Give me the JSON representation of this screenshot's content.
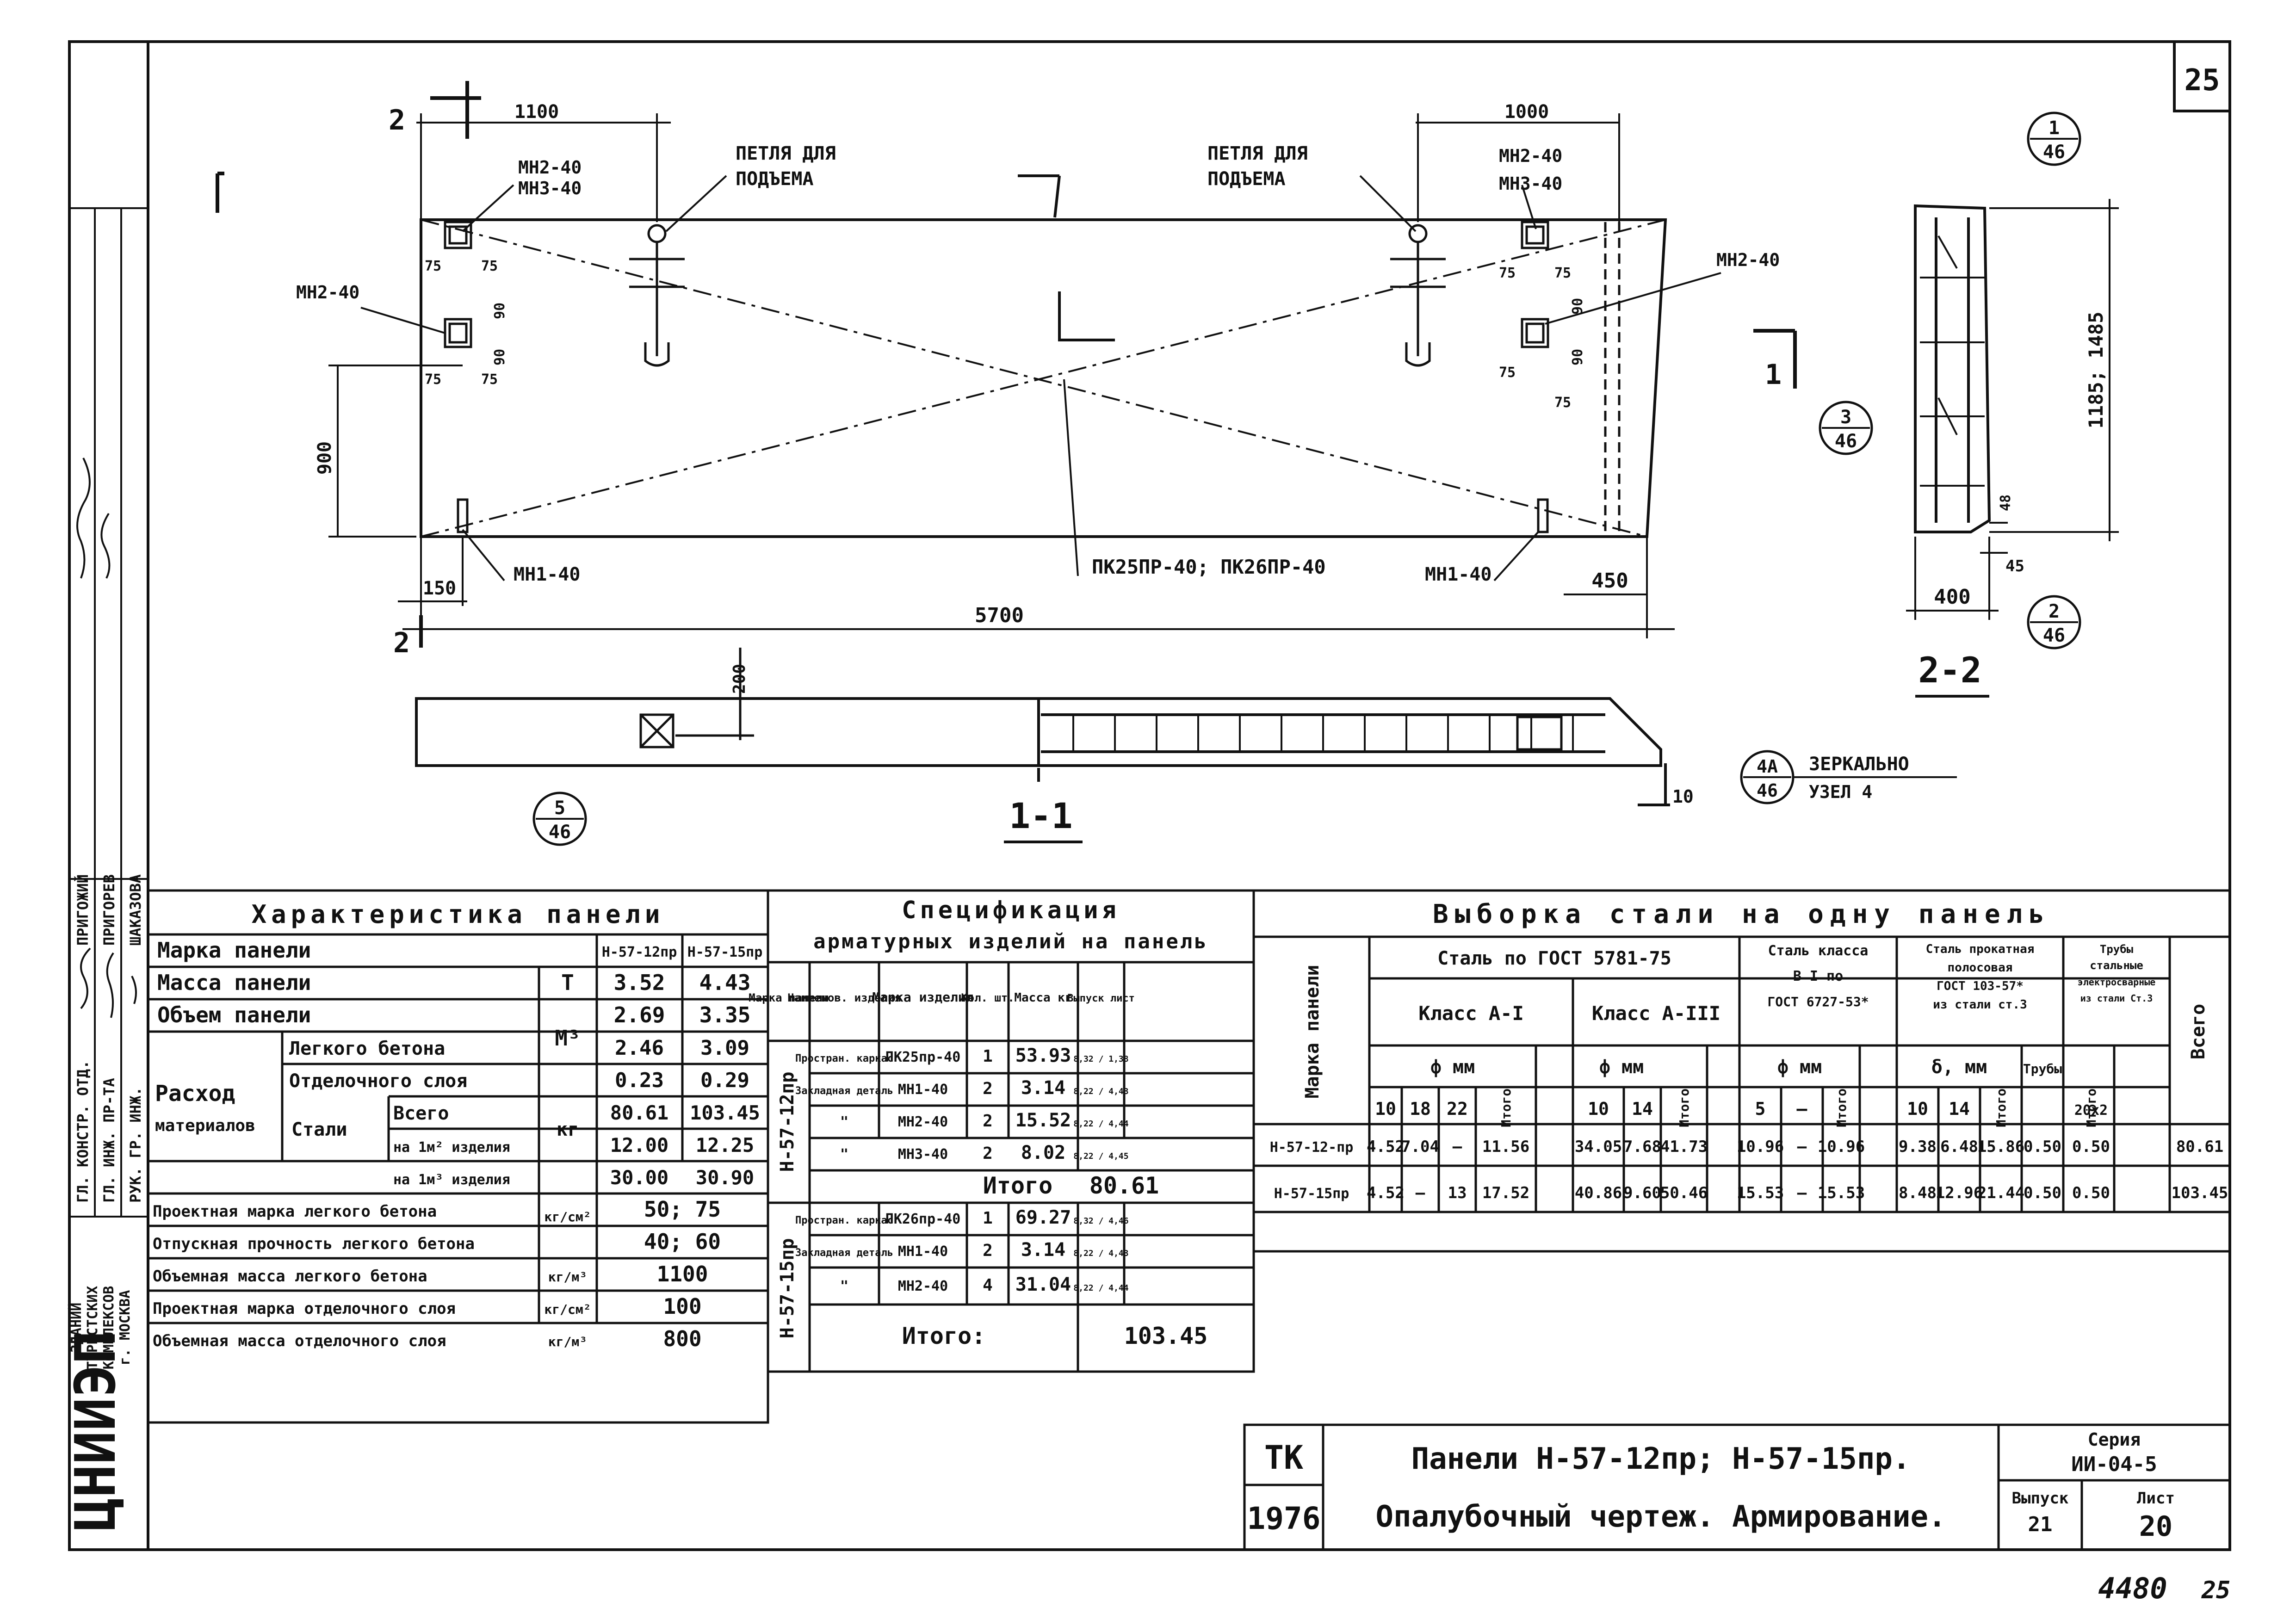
{
  "sheet_number": "25",
  "handwritten_footer": "4480",
  "handwritten_footer2": "25",
  "plan": {
    "section_mark_2": "2",
    "section_mark_1": "1",
    "dim_left_top": "1100",
    "dim_right_top": "1000",
    "dim_height": "900",
    "dim_bottom_left": "150",
    "dim_bottom_right": "450",
    "dim_total_length": "5700",
    "small_dims": [
      "75",
      "75",
      "90",
      "90",
      "75",
      "75",
      "75",
      "75",
      "90",
      "90",
      "75",
      "75"
    ],
    "labels": {
      "mn2_mn3_left": [
        "МН2-40",
        "МН3-40"
      ],
      "mn2_left_side": "МН2-40",
      "loop_left": [
        "ПЕТЛЯ ДЛЯ",
        "ПОДЪЕМА"
      ],
      "loop_right": [
        "ПЕТЛЯ ДЛЯ",
        "ПОДЪЕМА"
      ],
      "mn2_mn3_right": [
        "МН2-40",
        "МН3-40"
      ],
      "mn2_right_side": "МН2-40",
      "mn1_left": "МН1-40",
      "mn1_right": "МН1-40",
      "frames": "ПК25ПР-40; ПК26ПР-40"
    }
  },
  "section_1_1": {
    "title": "1-1",
    "dim_200": "200",
    "dim_10": "10"
  },
  "section_2_2": {
    "title": "2-2",
    "dim_height": "1185; 1485",
    "dim_width": "400",
    "dim_48": "48",
    "dim_45": "45"
  },
  "callouts": [
    {
      "top": "1",
      "bottom": "46"
    },
    {
      "top": "3",
      "bottom": "46"
    },
    {
      "top": "2",
      "bottom": "46"
    },
    {
      "top": "5",
      "bottom": "46"
    },
    {
      "top": "4А",
      "bottom": "46"
    }
  ],
  "mirror_note": [
    "ЗЕРКАЛЬНО",
    "УЗЕЛ 4"
  ],
  "side_stamp": {
    "org": "ЦНИИЭП",
    "org_sub": [
      "ЗДАНИЙ",
      "ТУРИСТСКИХ",
      "КОМПЛЕКСОВ",
      "г. МОСКВА"
    ],
    "roles": [
      "ГЛ. КОНСТР. ОТД.",
      "ГЛ. ИНЖ. ПР-ТА",
      "РУК. ГР. ИНЖ."
    ],
    "names": [
      "ПРИГОЖИЙ",
      "ПРИГОРЕВ",
      "ШАКАЗОВА"
    ]
  },
  "characteristics": {
    "title": "Характеристика панели",
    "mark_label": "Марка панели",
    "col_a": "Н-57-12пр",
    "col_b": "Н-57-15пр",
    "rows": [
      {
        "label": "Масса панели",
        "unit": "Т",
        "a": "3.52",
        "b": "4.43"
      },
      {
        "label": "Объем панели",
        "unit": "",
        "a": "2.69",
        "b": "3.35"
      }
    ],
    "unit_m3": "М³",
    "rashod_label": [
      "Расход",
      "материалов"
    ],
    "concrete_light": "Легкого бетона",
    "finishing_layer": "Отделочного слоя",
    "concrete_vals": {
      "a": "2.46",
      "b": "3.09"
    },
    "finish_vals": {
      "a": "0.23",
      "b": "0.29"
    },
    "steel_label": "Стали",
    "steel_total": "Всего",
    "per_m2": "на 1м² изделия",
    "per_m3": "на 1м³ изделия",
    "unit_kg": "кг",
    "steel_vals": {
      "a": "80.61",
      "b": "103.45"
    },
    "m2_vals": {
      "a": "12.00",
      "b": "12.25"
    },
    "m3_vals": {
      "a": "30.00",
      "b": "30.90"
    },
    "props": [
      {
        "label": "Проектная марка легкого бетона",
        "unit": "кг/см²",
        "val": "50; 75"
      },
      {
        "label": "Отпускная прочность легкого бетона",
        "unit": "",
        "val": "40; 60"
      },
      {
        "label": "Объемная масса легкого бетона",
        "unit": "кг/м³",
        "val": "1100"
      },
      {
        "label": "Проектная марка отделочного слоя",
        "unit": "кг/см²",
        "val": "100"
      },
      {
        "label": "Объемная масса отделочного слоя",
        "unit": "кг/м³",
        "val": "800"
      }
    ]
  },
  "specification": {
    "title": [
      "Спецификация",
      "арматурных изделий на панель"
    ],
    "headers": [
      "Марка панели",
      "Наименов. изделия",
      "Марка изделия",
      "Кол. шт.",
      "Масса кг",
      "Выпуск лист"
    ],
    "groups": [
      {
        "panel": "Н-57-12пр",
        "rows": [
          {
            "name": "Простран. каркас",
            "mark": "ПК25пр-40",
            "qty": "1",
            "mass": "53.93",
            "sheet": "8,32 / 1,38"
          },
          {
            "name": "Закладная деталь",
            "mark": "МН1-40",
            "qty": "2",
            "mass": "3.14",
            "sheet": "8,22 / 4,43"
          },
          {
            "name": "\"",
            "mark": "МН2-40",
            "qty": "2",
            "mass": "15.52",
            "sheet": "8,22 / 4,44"
          },
          {
            "name": "\"",
            "mark": "МН3-40",
            "qty": "2",
            "mass": "8.02",
            "sheet": "8,22 / 4,45"
          }
        ],
        "total_label": "Итого",
        "total": "80.61"
      },
      {
        "panel": "Н-57-15пр",
        "rows": [
          {
            "name": "Простран. каркас",
            "mark": "ПК26пр-40",
            "qty": "1",
            "mass": "69.27",
            "sheet": "8,32 / 4,46"
          },
          {
            "name": "Закладная деталь",
            "mark": "МН1-40",
            "qty": "2",
            "mass": "3.14",
            "sheet": "8,22 / 4,43"
          },
          {
            "name": "\"",
            "mark": "МН2-40",
            "qty": "4",
            "mass": "31.04",
            "sheet": "8,22 / 4,44"
          }
        ],
        "total_label": "Итого:",
        "total": "103.45"
      }
    ]
  },
  "steel": {
    "title": "Выборка стали на одну панель",
    "mark_header": "Марка панели",
    "group1": "Сталь по ГОСТ 5781-75",
    "class_a1": "Класс А-I",
    "class_a3": "Класс А-III",
    "group2": [
      "Сталь класса",
      "В I по",
      "ГОСТ 6727-53*"
    ],
    "group3": [
      "Сталь прокатная",
      "полосовая",
      "ГОСТ 103-57*",
      "из стали ст.3"
    ],
    "group4": [
      "Трубы",
      "стальные",
      "электросварные",
      "из стали Ст.3"
    ],
    "phi_mm": "ф мм",
    "delta_mm": "δ, мм",
    "itogo": "Итого",
    "vsego": "Всего",
    "sub_headers": [
      "10",
      "18",
      "22",
      "Итого",
      "10",
      "14",
      "Итого",
      "5",
      "—",
      "Итого",
      "10",
      "14",
      "Итого",
      "Трубы",
      "Итого",
      "Всего"
    ],
    "pipe_size": "20х2",
    "rows": [
      {
        "mark": "Н-57-12-пр",
        "vals": [
          "4.52",
          "7.04",
          "—",
          "11.56",
          "34.05",
          "7.68",
          "41.73",
          "10.96",
          "—",
          "10.96",
          "9.38",
          "6.48",
          "15.86",
          "0.50",
          "0.50",
          "80.61"
        ]
      },
      {
        "mark": "Н-57-15пр",
        "vals": [
          "4.52",
          "—",
          "13",
          "17.52",
          "40.86",
          "9.60",
          "50.46",
          "15.53",
          "—",
          "15.53",
          "8.48",
          "12.96",
          "21.44",
          "0.50",
          "0.50",
          "103.45"
        ]
      }
    ]
  },
  "title_block": {
    "code": "ТК",
    "year": "1976",
    "line1": "Панели Н-57-12пр; Н-57-15пр.",
    "line2": "Опалубочный чертеж. Армирование.",
    "series_label": "Серия",
    "series_value": "ИИ-04-5",
    "issue_label": "Выпуск",
    "issue_value": "21",
    "sheet_label": "Лист",
    "sheet_value": "20"
  }
}
